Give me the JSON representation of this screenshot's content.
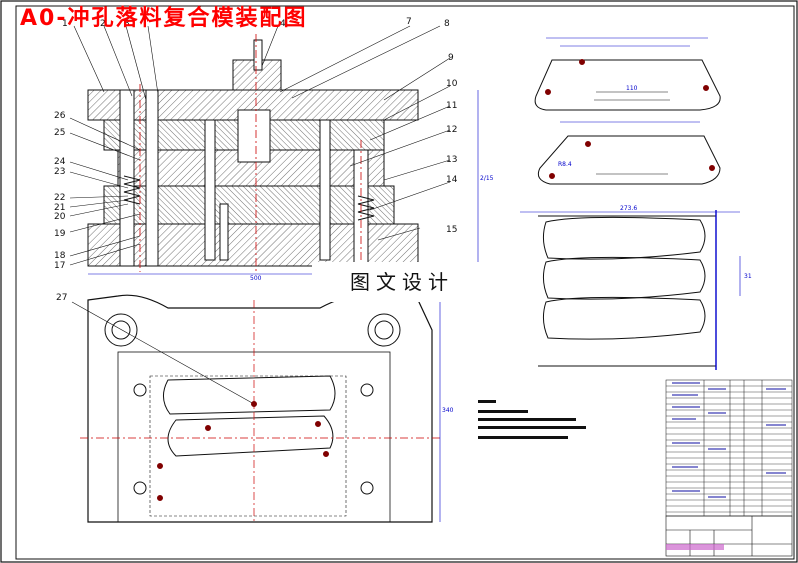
{
  "title": "A0-冲孔落料复合模装配图",
  "watermark": "图文设计",
  "part_numbers_left": [
    "26",
    "25",
    "24",
    "23",
    "22",
    "21",
    "20",
    "19",
    "18",
    "17"
  ],
  "part_numbers_top": [
    "1",
    "2",
    "3",
    "4",
    "7",
    "8"
  ],
  "part_numbers_right": [
    "9",
    "10",
    "11",
    "12",
    "13",
    "14",
    "15"
  ],
  "part_number_plan": "27",
  "dim_bottom": "500",
  "dim_height": "2/15",
  "dim_plan_side": "340",
  "strip_pitch": "273.6",
  "strip_width": "31",
  "detail_dim_a": "110",
  "detail_dim_b": "R8.4",
  "colors": {
    "line": "#111111",
    "dim": "#0000cc",
    "hatch": "#222222",
    "title": "#ff0000"
  }
}
